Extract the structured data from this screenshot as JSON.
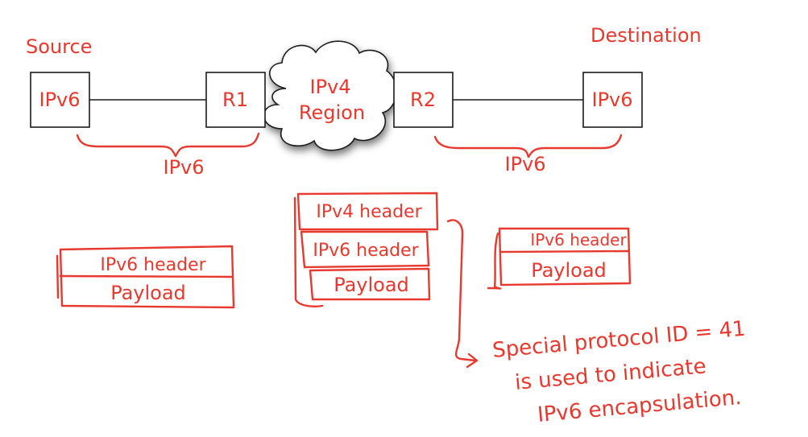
{
  "labels": {
    "source": "Source",
    "destination": "Destination"
  },
  "nodes": {
    "source_host": "IPv6",
    "router1": "R1",
    "router2": "R2",
    "dest_host": "IPv6"
  },
  "cloud": {
    "line1": "IPv4",
    "line2": "Region"
  },
  "segments": {
    "left": "IPv6",
    "right": "IPv6"
  },
  "packets": {
    "left": {
      "header": "IPv6 header",
      "payload": "Payload"
    },
    "middle": {
      "outer_header": "IPv4 header",
      "inner_header": "IPv6 header",
      "payload": "Payload"
    },
    "right": {
      "header": "IPv6 header",
      "payload": "Payload"
    }
  },
  "note": {
    "line1": "Special protocol ID = 41",
    "line2": "is used to indicate",
    "line3": "IPv6 encapsulation."
  },
  "colors": {
    "annotation": "#e8392f",
    "diagram": "#1a1a1a"
  }
}
